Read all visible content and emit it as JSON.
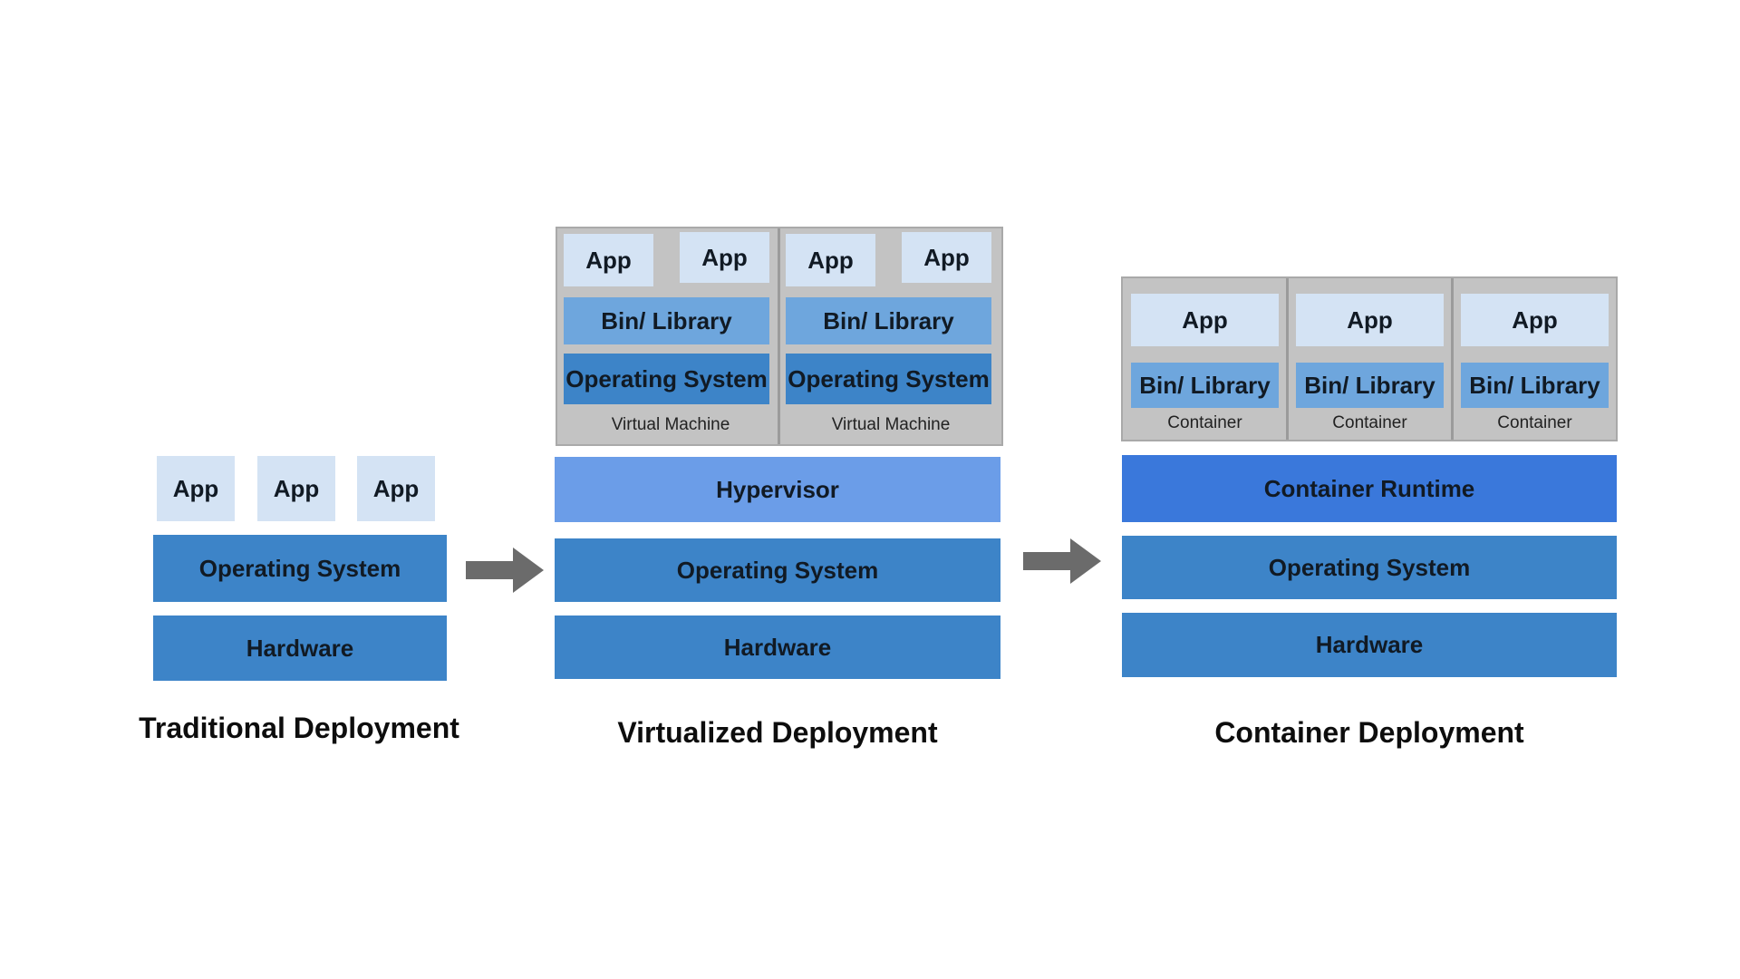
{
  "traditional": {
    "apps": [
      "App",
      "App",
      "App"
    ],
    "os": "Operating System",
    "hardware": "Hardware",
    "title": "Traditional Deployment"
  },
  "virtualized": {
    "vms": [
      {
        "apps": [
          "App",
          "App"
        ],
        "bin": "Bin/ Library",
        "os": "Operating System",
        "label": "Virtual Machine"
      },
      {
        "apps": [
          "App",
          "App"
        ],
        "bin": "Bin/ Library",
        "os": "Operating System",
        "label": "Virtual Machine"
      }
    ],
    "hypervisor": "Hypervisor",
    "os": "Operating System",
    "hardware": "Hardware",
    "title": "Virtualized Deployment"
  },
  "container": {
    "containers": [
      {
        "app": "App",
        "bin": "Bin/ Library",
        "label": "Container"
      },
      {
        "app": "App",
        "bin": "Bin/ Library",
        "label": "Container"
      },
      {
        "app": "App",
        "bin": "Bin/ Library",
        "label": "Container"
      }
    ],
    "runtime": "Container Runtime",
    "os": "Operating System",
    "hardware": "Hardware",
    "title": "Container Deployment"
  },
  "colors": {
    "app": "#d4e3f4",
    "os": "#3d84c8",
    "bin": "#6ea6dd",
    "hypervisor": "#6b9de8",
    "runtime": "#3a78db",
    "grey": "#c3c3c3",
    "arrow": "#6b6b6b"
  }
}
